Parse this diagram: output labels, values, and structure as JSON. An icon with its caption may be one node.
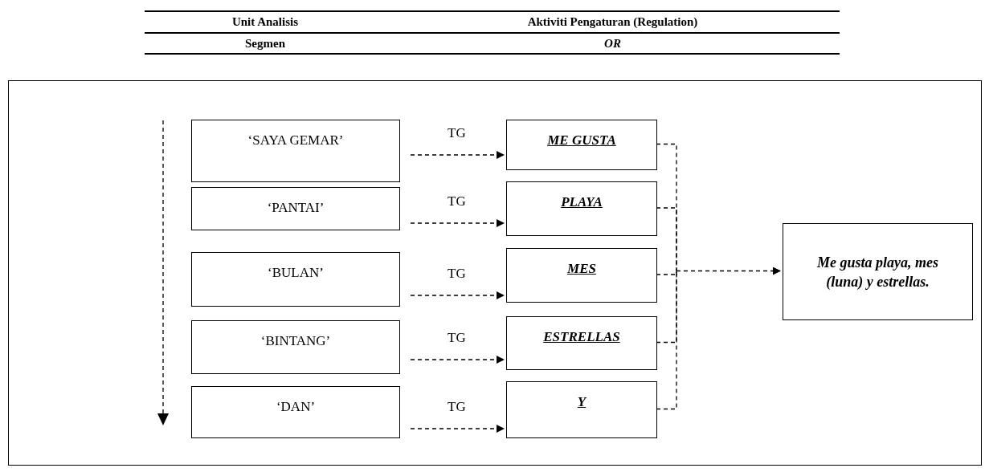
{
  "diagram": {
    "nodes": [
      {
        "text": [],
        "shape": "box"
      },
      {
        "text": [
          "‘SAYA GEMAR’"
        ],
        "in": 0
      },
      {
        "text": [
          "‘PANTAI’"
        ],
        "in": 0
      },
      {
        "text": [
          "‘BULAN’"
        ],
        "in": 0
      },
      {
        "text": [
          "‘BINTANG’"
        ],
        "in": 0
      },
      {
        "text": [
          "‘DAN’"
        ],
        "in": 0
      },
      {
        "text": [
          "ME GUSTA"
        ],
        "in": 0
      },
      {
        "text": [
          "PLAYA"
        ],
        "in": 0
      },
      {
        "text": [
          "MES"
        ],
        "in": 0
      },
      {
        "text": [
          "ESTRELLAS"
        ],
        "in": 0
      },
      {
        "text": [
          "Y"
        ],
        "in": 0
      },
      {
        "text": [
          "Me gusta playa, mes (luna) y estrellas."
        ],
        "in": 0
      }
    ],
    "edges": [
      {
        "from": 1,
        "to": 6,
        "arrow": "to",
        "label": "TG",
        "style": "dashed"
      },
      {
        "from": 2,
        "to": 7,
        "arrow": "to",
        "label": "TG",
        "style": "dashed"
      },
      {
        "from": 3,
        "to": 8,
        "arrow": "to",
        "label": "TG",
        "style": "dashed"
      },
      {
        "from": 4,
        "to": 9,
        "arrow": "to",
        "label": "TG",
        "style": "dashed"
      },
      {
        "from": 5,
        "to": 10,
        "arrow": "to",
        "label": "TG",
        "style": "dashed"
      },
      {
        "from": 6,
        "to": 11,
        "arrow": "to",
        "style": "dashed"
      },
      {
        "from": 7,
        "to": 11,
        "arrow": "to",
        "style": "dashed"
      },
      {
        "from": 8,
        "to": 11,
        "arrow": "to",
        "style": "dashed"
      },
      {
        "from": 9,
        "to": 11,
        "arrow": "to",
        "style": "dashed"
      },
      {
        "from": 10,
        "to": 11,
        "arrow": "to",
        "style": "dashed"
      }
    ],
    "labels": [
      "Unit Analisis",
      "Aktiviti Pengaturan (Regulation)",
      "Segmen",
      "OR"
    ]
  }
}
